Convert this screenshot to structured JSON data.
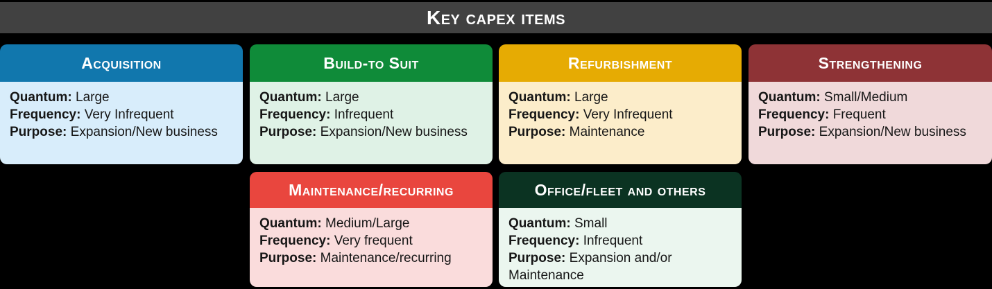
{
  "title": "Key capex items",
  "title_bar_color": "#414141",
  "background_color": "#000000",
  "labels": {
    "quantum": "Quantum:",
    "frequency": "Frequency:",
    "purpose": "Purpose:"
  },
  "cards": [
    {
      "title": "Acquisition",
      "header_color": "#1177ad",
      "body_color": "#d8edfb",
      "quantum": "Large",
      "frequency": "Very Infrequent",
      "purpose": "Expansion/New business"
    },
    {
      "title": "Build-to Suit",
      "header_color": "#0f8b39",
      "body_color": "#dff2e6",
      "quantum": "Large",
      "frequency": "Infrequent",
      "purpose": "Expansion/New business"
    },
    {
      "title": "Refurbishment",
      "header_color": "#e6ab03",
      "body_color": "#fcedca",
      "quantum": "Large",
      "frequency": "Very Infrequent",
      "purpose": "Maintenance"
    },
    {
      "title": "Strengthening",
      "header_color": "#8e3336",
      "body_color": "#f0d9da",
      "quantum": "Small/Medium",
      "frequency": "Frequent",
      "purpose": "Expansion/New business"
    },
    {
      "title": "Maintenance/recurring",
      "header_color": "#e9463e",
      "body_color": "#fadcdc",
      "quantum": "Medium/Large",
      "frequency": "Very frequent",
      "purpose": "Maintenance/recurring"
    },
    {
      "title": "Office/fleet and others",
      "header_color": "#0b3322",
      "body_color": "#ebf6ef",
      "quantum": "Small",
      "frequency": "Infrequent",
      "purpose": "Expansion and/or Maintenance"
    }
  ]
}
